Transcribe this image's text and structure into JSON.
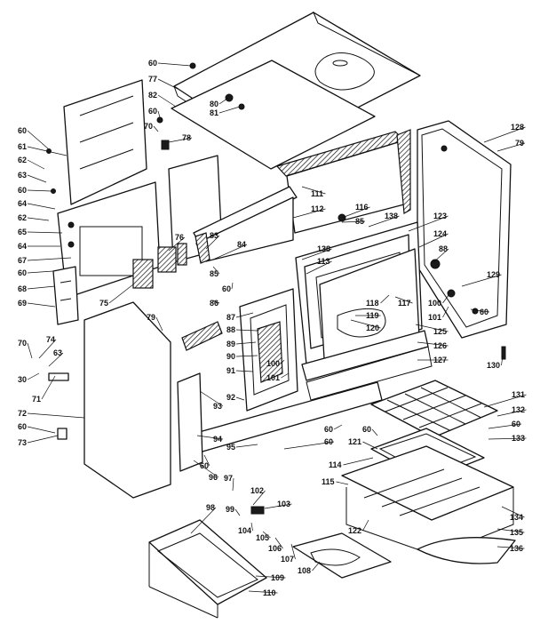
{
  "callouts": [
    {
      "id": "c60a",
      "text": "60"
    },
    {
      "id": "c77",
      "text": "77"
    },
    {
      "id": "c82",
      "text": "82"
    },
    {
      "id": "c60b",
      "text": "60"
    },
    {
      "id": "c80",
      "text": "80"
    },
    {
      "id": "c81",
      "text": "81"
    },
    {
      "id": "c70a",
      "text": "70"
    },
    {
      "id": "c78",
      "text": "78"
    },
    {
      "id": "c60c",
      "text": "60"
    },
    {
      "id": "c61",
      "text": "61"
    },
    {
      "id": "c62a",
      "text": "62"
    },
    {
      "id": "c63a",
      "text": "63"
    },
    {
      "id": "c60d",
      "text": "60"
    },
    {
      "id": "c64a",
      "text": "64"
    },
    {
      "id": "c62b",
      "text": "62"
    },
    {
      "id": "c65",
      "text": "65"
    },
    {
      "id": "c64b",
      "text": "64"
    },
    {
      "id": "c67",
      "text": "67"
    },
    {
      "id": "c60e",
      "text": "60"
    },
    {
      "id": "c68",
      "text": "68"
    },
    {
      "id": "c69",
      "text": "69"
    },
    {
      "id": "c75",
      "text": "75"
    },
    {
      "id": "c76",
      "text": "76"
    },
    {
      "id": "c83",
      "text": "83"
    },
    {
      "id": "c84",
      "text": "84"
    },
    {
      "id": "c85a",
      "text": "85"
    },
    {
      "id": "c60f",
      "text": "60"
    },
    {
      "id": "c86",
      "text": "86"
    },
    {
      "id": "c79a",
      "text": "79"
    },
    {
      "id": "c70b",
      "text": "70"
    },
    {
      "id": "c74",
      "text": "74"
    },
    {
      "id": "c63b",
      "text": "63"
    },
    {
      "id": "c30",
      "text": "30"
    },
    {
      "id": "c71",
      "text": "71"
    },
    {
      "id": "c72",
      "text": "72"
    },
    {
      "id": "c60g",
      "text": "60"
    },
    {
      "id": "c73",
      "text": "73"
    },
    {
      "id": "c111",
      "text": "111"
    },
    {
      "id": "c112",
      "text": "112"
    },
    {
      "id": "c116",
      "text": "116"
    },
    {
      "id": "c85b",
      "text": "85"
    },
    {
      "id": "c138a",
      "text": "138"
    },
    {
      "id": "c123",
      "text": "123"
    },
    {
      "id": "c128",
      "text": "128"
    },
    {
      "id": "c79b",
      "text": "79"
    },
    {
      "id": "c124",
      "text": "124"
    },
    {
      "id": "c88a",
      "text": "88"
    },
    {
      "id": "c138b",
      "text": "138"
    },
    {
      "id": "c113",
      "text": "113"
    },
    {
      "id": "c129",
      "text": "129"
    },
    {
      "id": "c118",
      "text": "118"
    },
    {
      "id": "c117",
      "text": "117"
    },
    {
      "id": "c119",
      "text": "119"
    },
    {
      "id": "c120",
      "text": "120"
    },
    {
      "id": "c100a",
      "text": "100"
    },
    {
      "id": "c101a",
      "text": "101"
    },
    {
      "id": "c60h",
      "text": "60"
    },
    {
      "id": "c125",
      "text": "125"
    },
    {
      "id": "c126",
      "text": "126"
    },
    {
      "id": "c127",
      "text": "127"
    },
    {
      "id": "c130",
      "text": "130"
    },
    {
      "id": "c87",
      "text": "87"
    },
    {
      "id": "c88b",
      "text": "88"
    },
    {
      "id": "c89",
      "text": "89"
    },
    {
      "id": "c90",
      "text": "90"
    },
    {
      "id": "c91",
      "text": "91"
    },
    {
      "id": "c100b",
      "text": "100"
    },
    {
      "id": "c101b",
      "text": "101"
    },
    {
      "id": "c92",
      "text": "92"
    },
    {
      "id": "c93",
      "text": "93"
    },
    {
      "id": "c94",
      "text": "94"
    },
    {
      "id": "c95",
      "text": "95"
    },
    {
      "id": "c60i",
      "text": "60"
    },
    {
      "id": "c60j",
      "text": "60"
    },
    {
      "id": "c60k",
      "text": "60"
    },
    {
      "id": "c96",
      "text": "96"
    },
    {
      "id": "c131",
      "text": "131"
    },
    {
      "id": "c132",
      "text": "132"
    },
    {
      "id": "c60l",
      "text": "60"
    },
    {
      "id": "c133",
      "text": "133"
    },
    {
      "id": "c60m",
      "text": "60"
    },
    {
      "id": "c121",
      "text": "121"
    },
    {
      "id": "c114",
      "text": "114"
    },
    {
      "id": "c115",
      "text": "115"
    },
    {
      "id": "c134",
      "text": "134"
    },
    {
      "id": "c135",
      "text": "135"
    },
    {
      "id": "c136",
      "text": "136"
    },
    {
      "id": "c122",
      "text": "122"
    },
    {
      "id": "c97",
      "text": "97"
    },
    {
      "id": "c102",
      "text": "102"
    },
    {
      "id": "c103",
      "text": "103"
    },
    {
      "id": "c99",
      "text": "99"
    },
    {
      "id": "c104",
      "text": "104"
    },
    {
      "id": "c105",
      "text": "105"
    },
    {
      "id": "c106",
      "text": "106"
    },
    {
      "id": "c107",
      "text": "107"
    },
    {
      "id": "c108",
      "text": "108"
    },
    {
      "id": "c98",
      "text": "98"
    },
    {
      "id": "c109",
      "text": "109"
    },
    {
      "id": "c110",
      "text": "110"
    }
  ]
}
